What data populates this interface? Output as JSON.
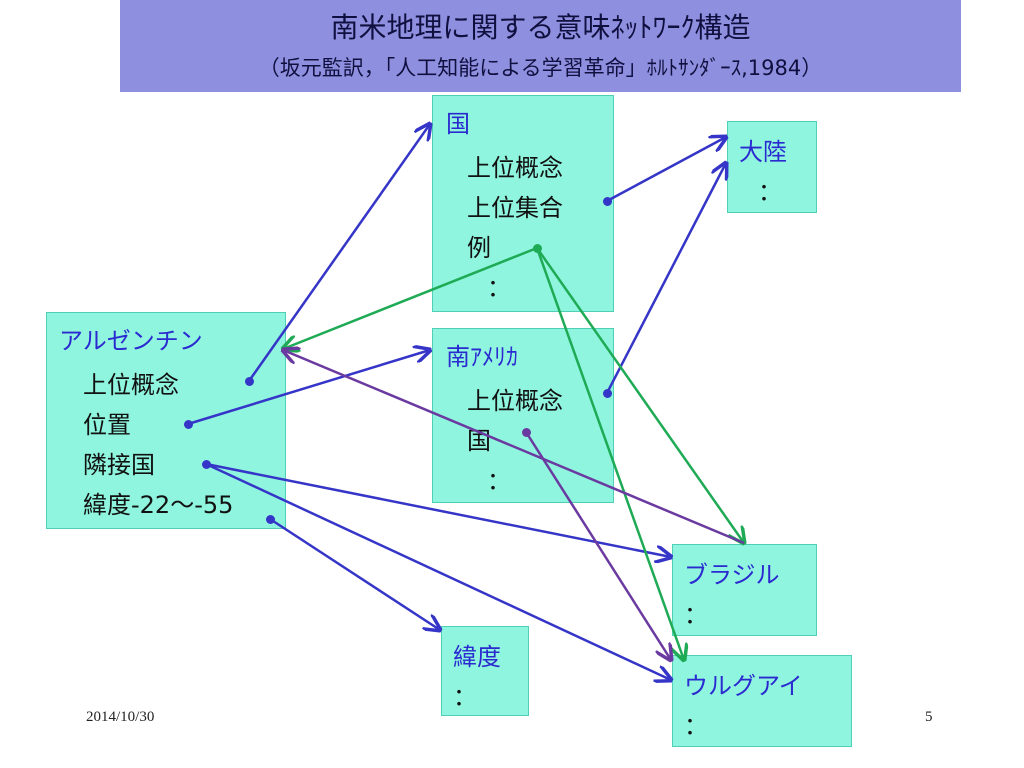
{
  "slide": {
    "title": "南米地理に関する意味ﾈｯﾄﾜｰｸ構造",
    "subtitle": "（坂元監訳，「人工知能による学習革命」ﾎﾙﾄｻﾝﾀﾞｰｽ,1984）",
    "date": "2014/10/30",
    "page_number": "5"
  },
  "nodes": {
    "kuni": {
      "title": "国",
      "slots": [
        "上位概念",
        "上位集合",
        "例",
        "："
      ]
    },
    "minami_america": {
      "title": "南ｱﾒﾘｶ",
      "slots": [
        "上位概念",
        "国",
        "："
      ]
    },
    "argentina": {
      "title": "アルゼンチン",
      "slots": [
        "上位概念",
        "位置",
        "隣接国",
        "緯度-22～-55"
      ]
    },
    "tairiku": {
      "title": "大陸",
      "slots": [
        "："
      ]
    },
    "brazil": {
      "title": "ブラジル",
      "slots": [
        "："
      ]
    },
    "ido": {
      "title": "緯度",
      "slots": [
        "："
      ]
    },
    "uruguay": {
      "title": "ウルグアイ",
      "slots": [
        "："
      ]
    }
  },
  "colors": {
    "title_bar": "#8f8fdf",
    "node_fill": "#8ff5de",
    "node_title_text": "#2a2ad0",
    "link_blue": "#3535c8",
    "link_green": "#1faa55",
    "link_purple": "#6a3aa0"
  }
}
